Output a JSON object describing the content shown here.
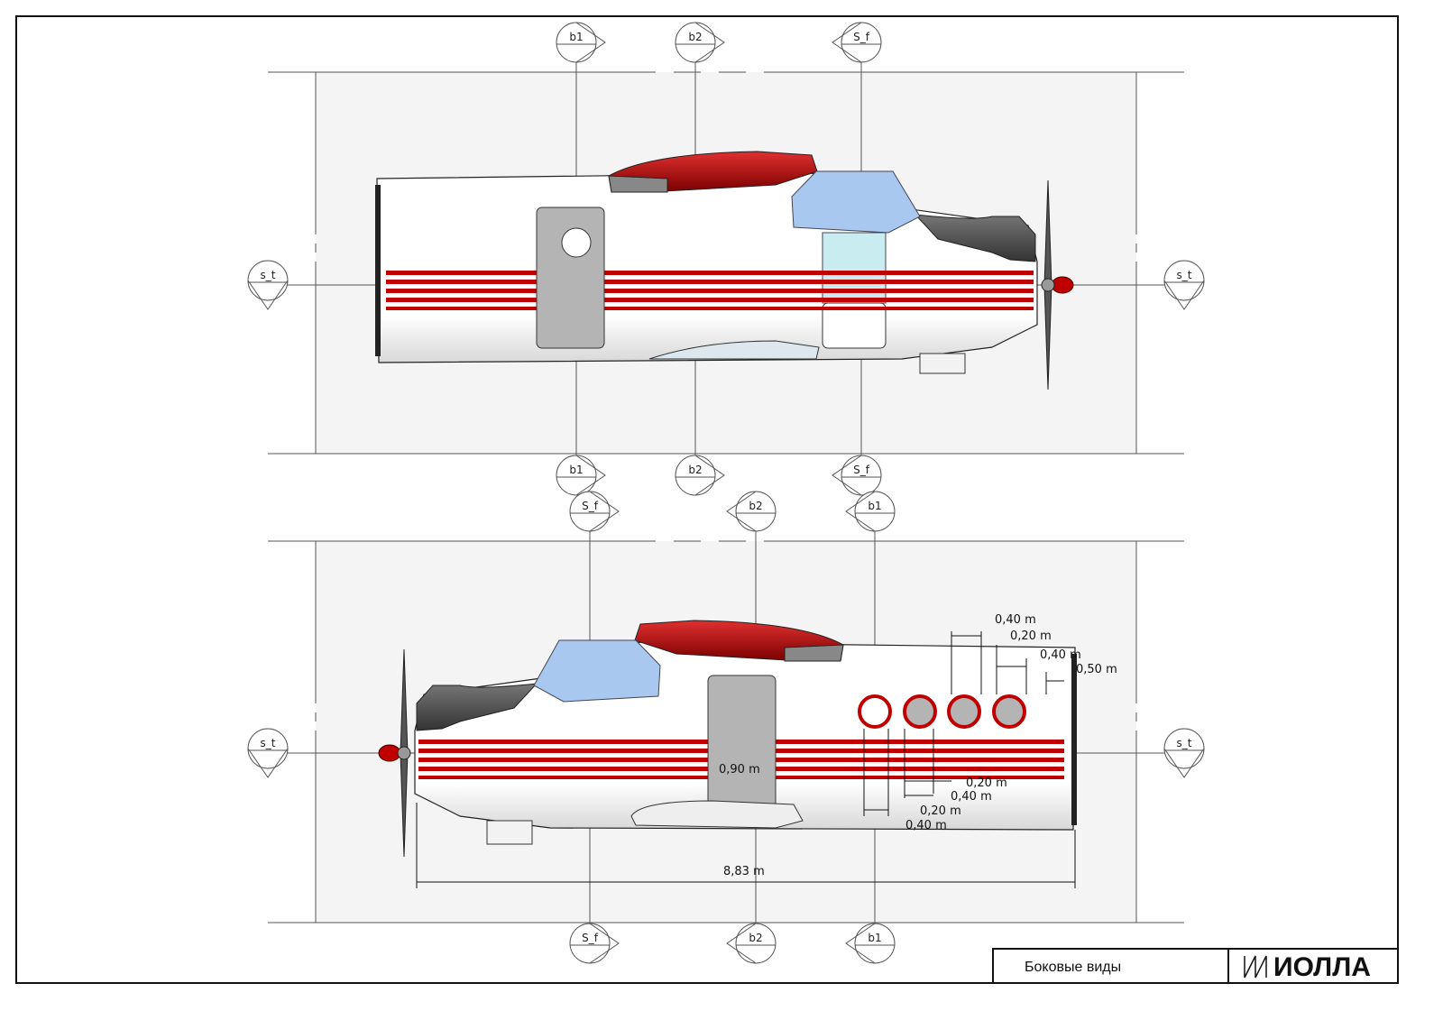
{
  "title_block": {
    "sheet_title": "Боковые виды",
    "logo_text": "ИОЛЛА"
  },
  "top_view": {
    "sections_top": [
      "b1",
      "b2",
      "S_f"
    ],
    "sections_bottom": [
      "b1",
      "b2",
      "S_f"
    ],
    "axis_left": "s_t",
    "axis_right": "s_t"
  },
  "bottom_view": {
    "sections_top": [
      "S_f",
      "b2",
      "b1"
    ],
    "sections_bottom": [
      "S_f",
      "b2",
      "b1"
    ],
    "axis_left": "s_t",
    "axis_right": "s_t",
    "dimensions": {
      "window_gap_1": "0,40 m",
      "window_gap_2": "0,20 m",
      "window_gap_3": "0,40 m",
      "window_gap_4": "0,50 m",
      "door_width": "0,90 m",
      "lower_1": "0,20 m",
      "lower_2": "0,40 m",
      "lower_3": "0,20 m",
      "lower_4": "0,40 m",
      "overall_length": "8,83 m"
    }
  },
  "colors": {
    "stripe": "#c00000",
    "glass": "#a9c8f0",
    "panel": "#f4f4f4",
    "door": "#b4b4b4"
  }
}
